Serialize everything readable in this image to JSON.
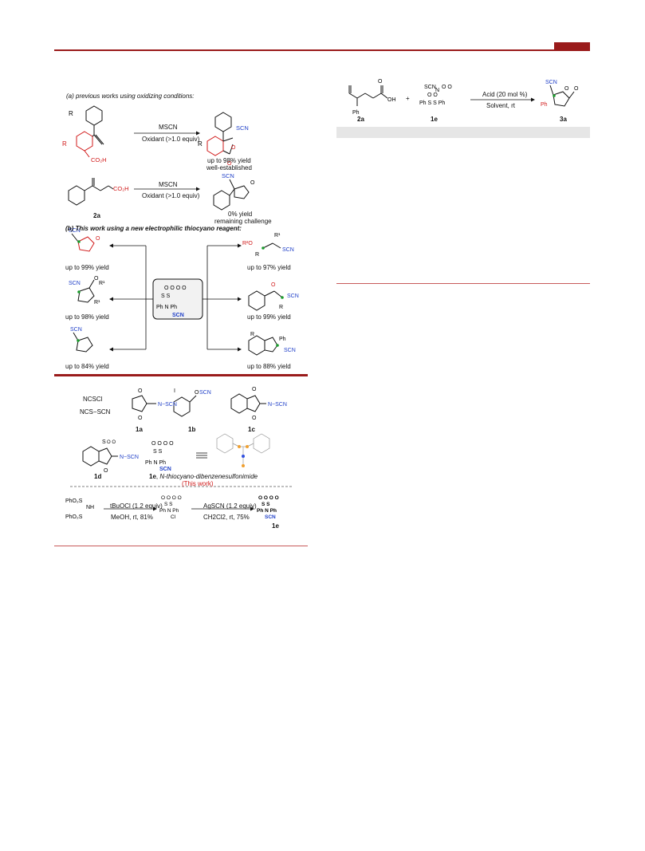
{
  "scheme1": {
    "part_a_title": "(a) previous works using oxidizing conditions:",
    "reagent_msc": "MSCN",
    "oxidant": "Oxidant (>1.0 equiv)",
    "result1_line1": "up to 98% yield",
    "result1_line2": "well-established",
    "compound_2a": "2a",
    "result2_line1": "0% yield",
    "result2_line2": "remaining challenge",
    "part_b_title": "(b) This work using a new electrophilic thiocyano reagent:",
    "yield_top_left": "up to 99% yield",
    "yield_mid_left": "up to 98% yield",
    "yield_bot_left": "up to 84% yield",
    "yield_top_right": "up to 97% yield",
    "yield_mid_right": "up to 99% yield",
    "yield_bot_right": "up to 88% yield"
  },
  "scheme2": {
    "reagent_ncscl": "NCSCl",
    "reagent_ncsscn": "NCS−SCN",
    "label_1a": "1a",
    "label_1b": "1b",
    "label_1c": "1c",
    "label_1d": "1d",
    "label_1e": "1e",
    "name_1e": "N-thiocyano-dibenzenesulfonimide",
    "this_work": "(This work)",
    "step1_reagent": "tBuOCl (1.2 equiv)",
    "step1_conditions": "MeOH, rt, 81%",
    "step2_reagent": "AgSCN (1.2 equiv)",
    "step2_conditions": "CH2Cl2, rt, 75%"
  },
  "scheme3": {
    "label_2a": "2a",
    "label_1e": "1e",
    "label_3a": "3a",
    "plus": "+",
    "reagent": "Acid (20 mol %)",
    "conditions": "Solvent, rt"
  }
}
